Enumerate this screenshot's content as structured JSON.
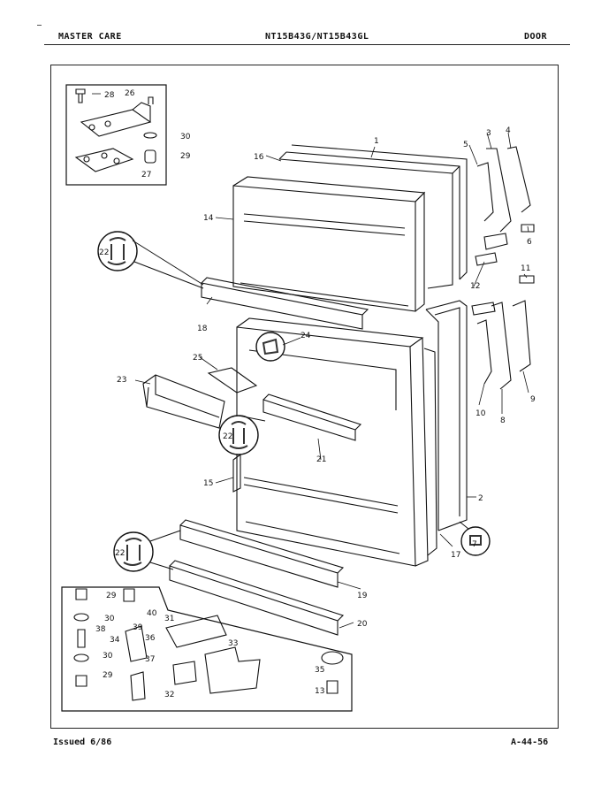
{
  "header": {
    "left": "MASTER CARE",
    "model": "NT15B43G/NT15B43GL",
    "section": "DOOR"
  },
  "footer": {
    "issued": "Issued 6/86",
    "code": "A-44-56"
  },
  "callouts": [
    "1",
    "2",
    "3",
    "4",
    "5",
    "6",
    "7",
    "8",
    "9",
    "10",
    "11",
    "12",
    "13",
    "14",
    "15",
    "16",
    "17",
    "18",
    "19",
    "20",
    "21",
    "22",
    "23",
    "24",
    "25",
    "26",
    "27",
    "28",
    "29",
    "30",
    "31",
    "32",
    "33",
    "34",
    "35",
    "36",
    "37",
    "38",
    "39",
    "40"
  ]
}
